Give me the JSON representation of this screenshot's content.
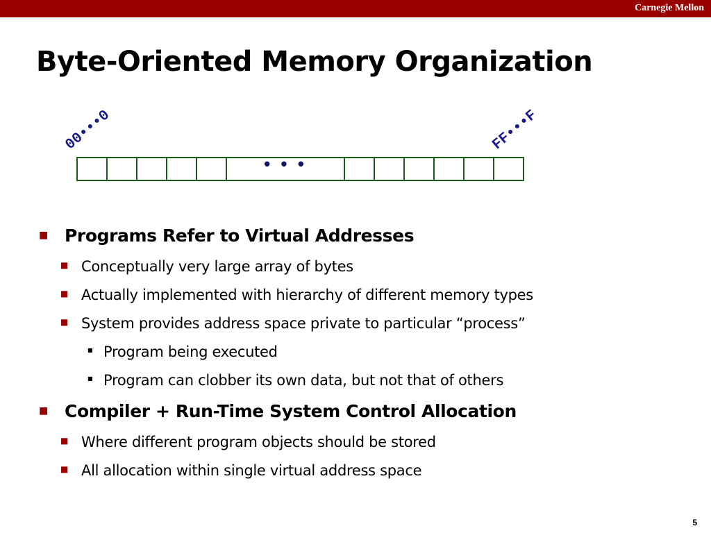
{
  "header": {
    "brand": "Carnegie Mellon"
  },
  "slide": {
    "title": "Byte-Oriented Memory Organization",
    "page_number": "5"
  },
  "diagram": {
    "low_address": "00•••0",
    "high_address": "FF•••F",
    "gap_dots": "• • •"
  },
  "bullets": [
    {
      "text": "Programs Refer to Virtual Addresses",
      "marker": "■"
    },
    {
      "text": "Conceptually very large array of bytes",
      "marker": "■"
    },
    {
      "text": "Actually implemented with hierarchy of different memory types",
      "marker": "■"
    },
    {
      "text": "System provides address space private to particular “process”",
      "marker": "■"
    },
    {
      "text": "Program being executed",
      "marker": "■"
    },
    {
      "text": "Program can clobber its own data, but not that of others",
      "marker": "■"
    },
    {
      "text": "Compiler + Run-Time System Control Allocation",
      "marker": "■"
    },
    {
      "text": "Where different program objects should be stored",
      "marker": "■"
    },
    {
      "text": "All allocation within single virtual address space",
      "marker": "■"
    }
  ],
  "colors": {
    "accent": "#990000",
    "array_border": "#1c5a1c",
    "address_text": "#1a1a8a"
  }
}
